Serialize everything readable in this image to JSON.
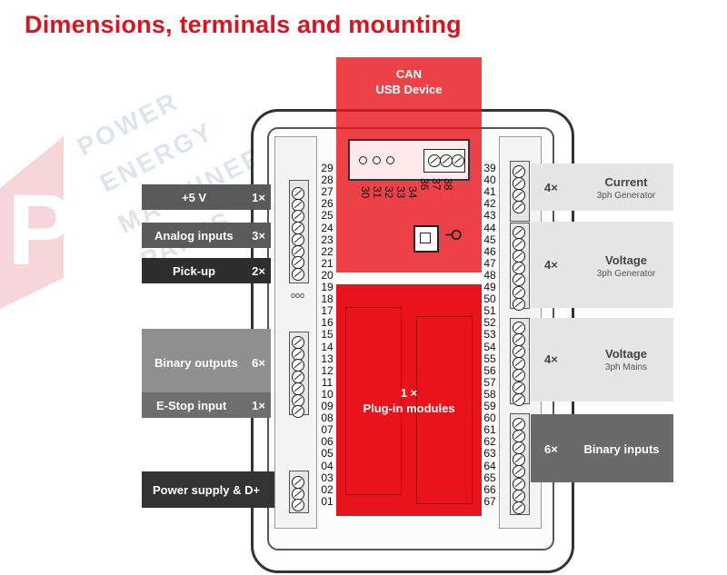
{
  "title": "Dimensions, terminals and mounting",
  "watermark": [
    "POWER",
    "ENERGY",
    "MACHINERY",
    "PARTS"
  ],
  "colors": {
    "accent": "#d9141f",
    "dark_label": "#555555",
    "light_label": "#e5e5e5"
  },
  "top_module": {
    "line1": "CAN",
    "line2": "USB Device"
  },
  "plugin": {
    "line1": "1 ×",
    "line2": "Plug-in modules"
  },
  "left_labels": [
    {
      "name": "+5 V",
      "count": "1×"
    },
    {
      "name": "Analog inputs",
      "count": "3×"
    },
    {
      "name": "Pick-up",
      "count": "2×"
    },
    {
      "name": "Binary outputs",
      "count": "6×"
    },
    {
      "name": "E-Stop input",
      "count": "1×"
    },
    {
      "name": "Power supply & D+",
      "count": ""
    }
  ],
  "right_labels": [
    {
      "count": "4×",
      "main": "Current",
      "sub": "3ph Generator"
    },
    {
      "count": "4×",
      "main": "Voltage",
      "sub": "3ph Generator"
    },
    {
      "count": "4×",
      "main": "Voltage",
      "sub": "3ph Mains"
    },
    {
      "count": "6×",
      "main": "Binary inputs",
      "sub": ""
    }
  ],
  "left_pins": [
    "29",
    "28",
    "27",
    "26",
    "25",
    "24",
    "23",
    "22",
    "21",
    "20",
    "19",
    "18",
    "17",
    "16",
    "15",
    "14",
    "13",
    "12",
    "11",
    "10",
    "09",
    "08",
    "07",
    "06",
    "05",
    "04",
    "03",
    "02",
    "01"
  ],
  "right_pins": [
    "39",
    "40",
    "41",
    "42",
    "43",
    "44",
    "45",
    "46",
    "47",
    "48",
    "49",
    "50",
    "51",
    "52",
    "53",
    "54",
    "55",
    "56",
    "57",
    "58",
    "59",
    "60",
    "61",
    "62",
    "63",
    "64",
    "65",
    "66",
    "67"
  ],
  "can_pins": [
    "30",
    "31",
    "32",
    "33",
    "34",
    "36",
    "37",
    "38"
  ],
  "small_dots_label": "ooo"
}
